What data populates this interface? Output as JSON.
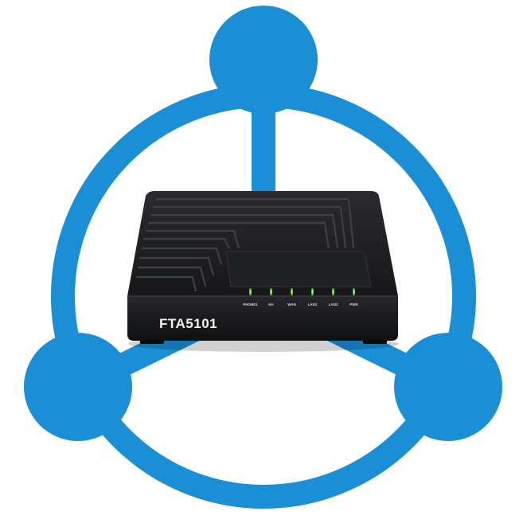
{
  "colors": {
    "network_blue": "#1b8fd6",
    "device_body": "#1b1c1e",
    "led_green": "#7dff2a",
    "background": "#ffffff"
  },
  "icon": "share-network-icon",
  "device": {
    "model": "FTA5101",
    "leds": [
      {
        "label": "PHONE1"
      },
      {
        "label": "NA"
      },
      {
        "label": "WAN"
      },
      {
        "label": "LAN1"
      },
      {
        "label": "LAN2"
      },
      {
        "label": "PWR"
      }
    ]
  }
}
